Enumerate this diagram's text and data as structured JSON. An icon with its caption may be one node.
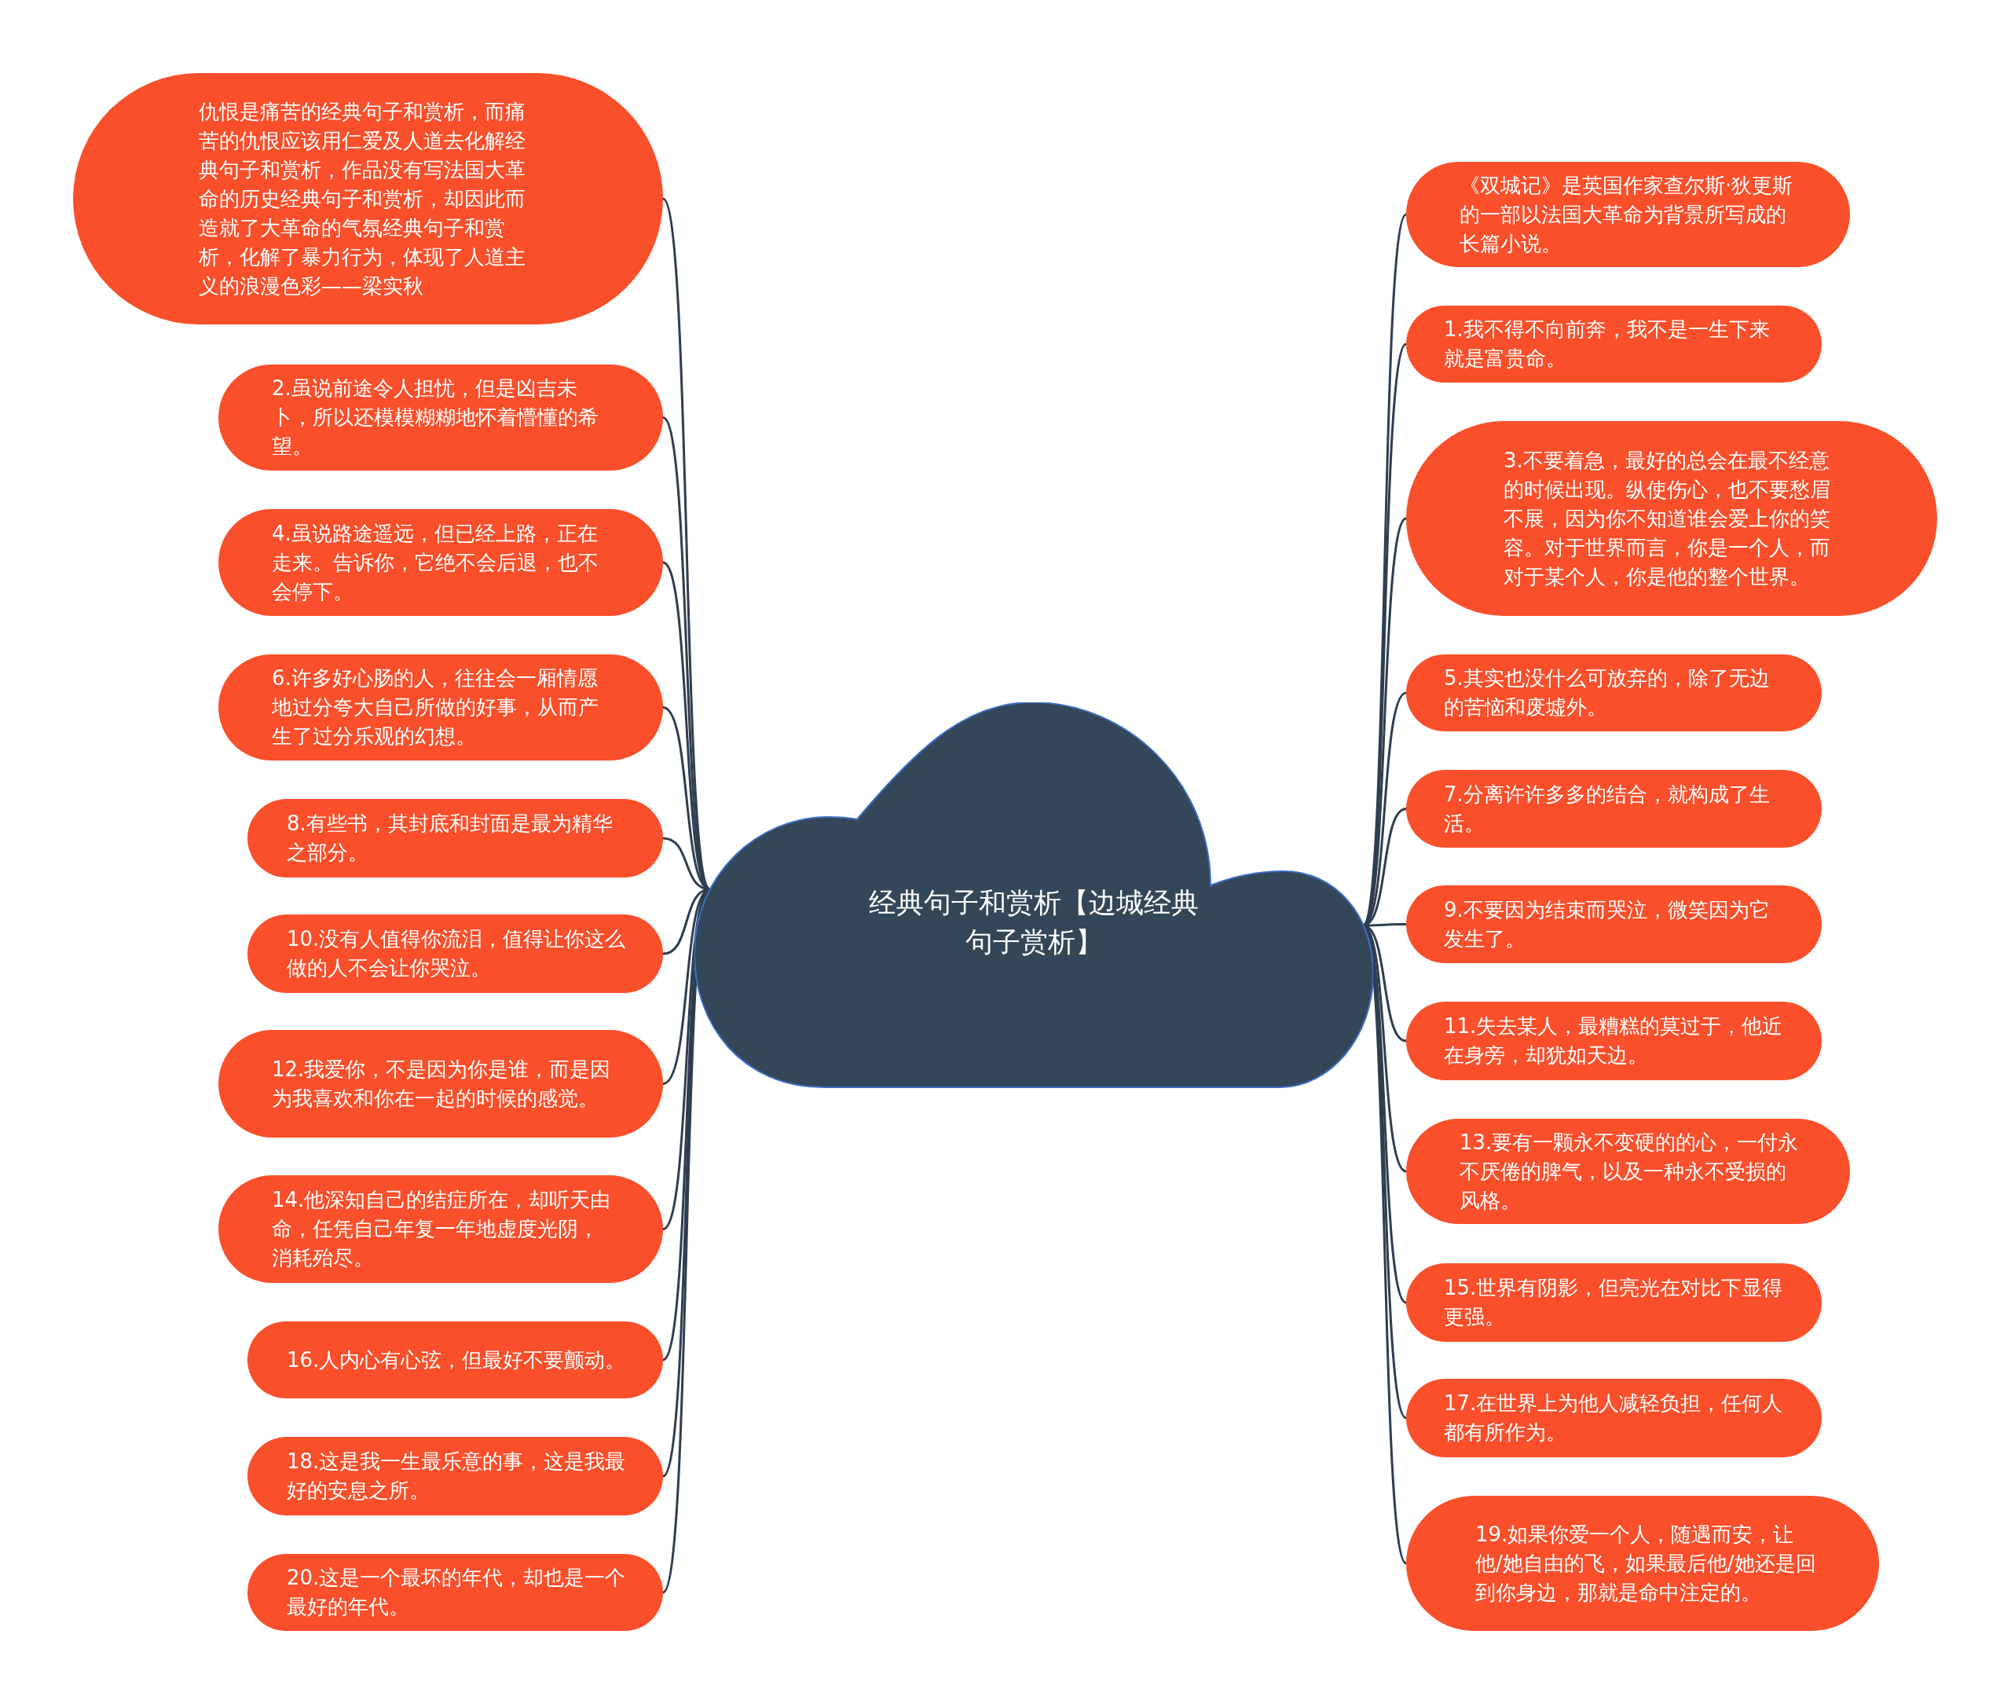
{
  "diagram": {
    "nodes": [
      {
        "text": [
          "经典句子和赏析【边城经典句子赏析】"
        ]
      },
      {
        "text": [
          "仇恨是痛苦的经典句子和赏析，而痛苦的仇恨应该用仁爱及人道去化解经典句子和赏析，作品没有写法国大革命的历史经典句子和赏析，却因此而造就了大革命的气氛经典句子和赏析，化解了暴力行为，体现了人道主义的浪漫色彩——梁实秋"
        ]
      },
      {
        "text": [
          "2.虽说前途令人担忧，但是凶吉未卜，所以还模模糊糊地怀着懵懂的希望。"
        ]
      },
      {
        "text": [
          "4.虽说路途遥远，但已经上路，正在走来。告诉你，它绝不会后退，也不会停下。"
        ]
      },
      {
        "text": [
          "6.许多好心肠的人，往往会一厢情愿地过分夸大自己所做的好事，从而产生了过分乐观的幻想。"
        ]
      },
      {
        "text": [
          "8.有些书，其封底和封面是最为精华之部分。"
        ]
      },
      {
        "text": [
          "10.没有人值得你流泪，值得让你这么做的人不会让你哭泣。"
        ]
      },
      {
        "text": [
          "12.我爱你，不是因为你是谁，而是因为我喜欢和你在一起的时候的感觉。"
        ]
      },
      {
        "text": [
          "14.他深知自己的结症所在，却听天由命，任凭自己年复一年地虚度光阴，消耗殆尽。"
        ]
      },
      {
        "text": [
          "16.人内心有心弦，但最好不要颤动。"
        ]
      },
      {
        "text": [
          "18.这是我一生最乐意的事，这是我最好的安息之所。"
        ]
      },
      {
        "text": [
          "20.这是一个最坏的年代，却也是一个最好的年代。"
        ]
      },
      {
        "text": [
          "《双城记》是英国作家查尔斯·狄更斯的一部以法国大革命为背景所写成的长篇小说。"
        ]
      },
      {
        "text": [
          "1.我不得不向前奔，我不是一生下来就是富贵命。"
        ]
      },
      {
        "text": [
          "3.不要着急，最好的总会在最不经意的时候出现。纵使伤心，也不要愁眉不展，因为你不知道谁会爱上你的笑容。对于世界而言，你是一个人，而对于某个人，你是他的整个世界。"
        ]
      },
      {
        "text": [
          "5.其实也没什么可放弃的，除了无边的苦恼和废墟外。"
        ]
      },
      {
        "text": [
          "7.分离许许多多的结合，就构成了生活。"
        ]
      },
      {
        "text": [
          "9.不要因为结束而哭泣，微笑因为它发生了。"
        ]
      },
      {
        "text": [
          "11.失去某人，最糟糕的莫过于，他近在身旁，却犹如天边。"
        ]
      },
      {
        "text": [
          "13.要有一颗永不变硬的的心，一付永不厌倦的脾气，以及一种永不受损的风格。"
        ]
      },
      {
        "text": [
          "15.世界有阴影，但亮光在对比下显得更强。"
        ]
      },
      {
        "text": [
          "17.在世界上为他人减轻负担，任何人都有所作为。"
        ]
      },
      {
        "text": [
          "19.如果你爱一个人，随遇而安，让他/她自由的飞，如果最后他/她还是回到你身边，那就是命中注定的。"
        ]
      }
    ],
    "edges": [
      {
        "from": 0,
        "to": 1,
        "arrow": "none"
      },
      {
        "from": 0,
        "to": 2,
        "arrow": "none"
      },
      {
        "from": 0,
        "to": 3,
        "arrow": "none"
      },
      {
        "from": 0,
        "to": 4,
        "arrow": "none"
      },
      {
        "from": 0,
        "to": 5,
        "arrow": "none"
      },
      {
        "from": 0,
        "to": 6,
        "arrow": "none"
      },
      {
        "from": 0,
        "to": 7,
        "arrow": "none"
      },
      {
        "from": 0,
        "to": 8,
        "arrow": "none"
      },
      {
        "from": 0,
        "to": 9,
        "arrow": "none"
      },
      {
        "from": 0,
        "to": 10,
        "arrow": "none"
      },
      {
        "from": 0,
        "to": 11,
        "arrow": "none"
      },
      {
        "from": 0,
        "to": 12,
        "arrow": "none"
      },
      {
        "from": 0,
        "to": 13,
        "arrow": "none"
      },
      {
        "from": 0,
        "to": 14,
        "arrow": "none"
      },
      {
        "from": 0,
        "to": 15,
        "arrow": "none"
      },
      {
        "from": 0,
        "to": 16,
        "arrow": "none"
      },
      {
        "from": 0,
        "to": 17,
        "arrow": "none"
      },
      {
        "from": 0,
        "to": 18,
        "arrow": "none"
      },
      {
        "from": 0,
        "to": 19,
        "arrow": "none"
      },
      {
        "from": 0,
        "to": 20,
        "arrow": "none"
      },
      {
        "from": 0,
        "to": 21,
        "arrow": "none"
      },
      {
        "from": 0,
        "to": 22,
        "arrow": "none"
      }
    ]
  }
}
